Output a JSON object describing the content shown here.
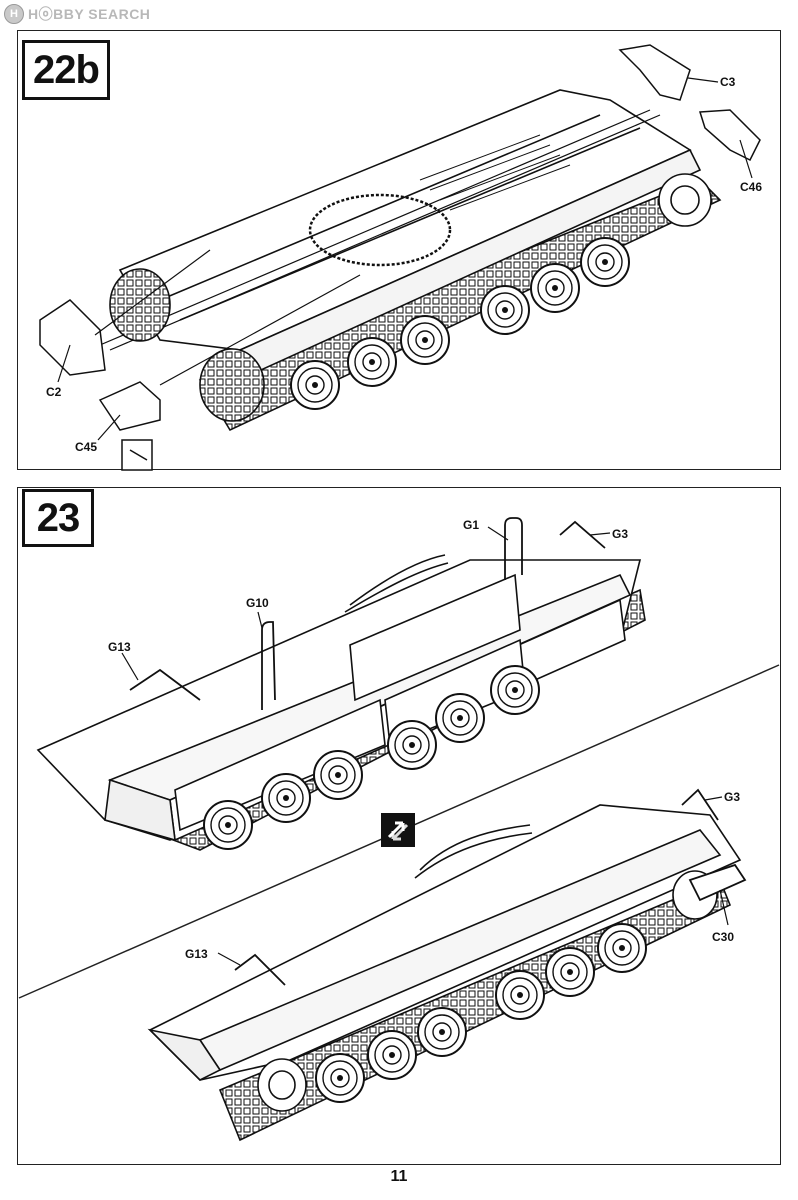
{
  "watermark": {
    "logo_letter": "H",
    "text": "HⓞBBY SEARCH"
  },
  "steps": [
    {
      "number": "22b",
      "callouts": [
        "C3",
        "C46",
        "C2",
        "C45"
      ]
    },
    {
      "number": "23",
      "callouts": [
        "G1",
        "G3",
        "G10",
        "G13"
      ]
    },
    {
      "number": "",
      "callouts": [
        "G3",
        "C30",
        "G13"
      ]
    }
  ],
  "swap_icon": "alternative-assembly-arrows-icon",
  "page_number": "11"
}
